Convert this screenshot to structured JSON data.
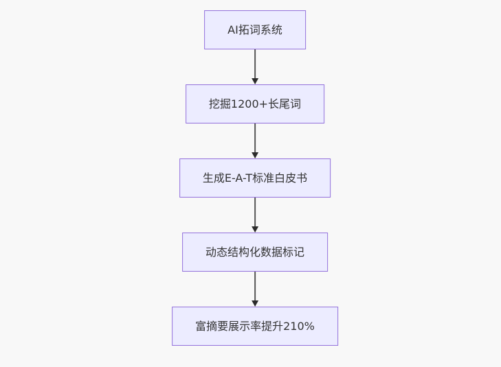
{
  "flowchart": {
    "direction": "top-down",
    "nodes": [
      {
        "label": "AI拓词系统"
      },
      {
        "label": "挖掘1200+长尾词"
      },
      {
        "label": "生成E-A-T标准白皮书"
      },
      {
        "label": "动态结构化数据标记"
      },
      {
        "label": "富摘要展示率提升210%"
      }
    ],
    "edges": [
      {
        "from": 0,
        "to": 1
      },
      {
        "from": 1,
        "to": 2
      },
      {
        "from": 2,
        "to": 3
      },
      {
        "from": 3,
        "to": 4
      }
    ],
    "colors": {
      "background": "#f8f8f8",
      "node_fill": "#ececff",
      "node_border": "#9370db",
      "node_text": "#333333",
      "edge_line": "#555555",
      "edge_arrowhead": "#2b2b2b"
    }
  }
}
